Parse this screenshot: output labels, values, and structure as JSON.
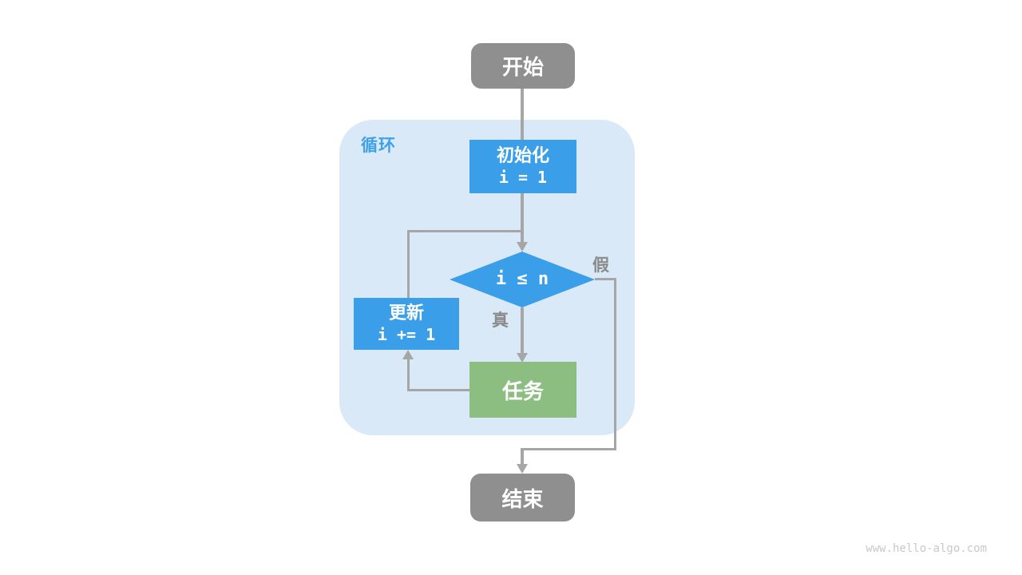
{
  "diagram": {
    "loop_label": "循环",
    "nodes": {
      "start": {
        "label": "开始"
      },
      "init": {
        "title": "初始化",
        "code": "i = 1"
      },
      "condition": {
        "label": "i ≤ n"
      },
      "update": {
        "title": "更新",
        "code": "i += 1"
      },
      "task": {
        "label": "任务"
      },
      "end": {
        "label": "结束"
      }
    },
    "edge_labels": {
      "true_branch": "真",
      "false_branch": "假"
    },
    "colors": {
      "node_blue": "#3B9EE8",
      "node_green": "#8CBE82",
      "node_gray": "#8F8F8F",
      "loop_bg": "#DAE9F8",
      "line_gray": "#A6A6A6",
      "label_blue": "#3FA1E6",
      "label_gray": "#8A8A8A",
      "watermark_gray": "#C9C9C9",
      "text_white": "#FFFFFF"
    },
    "watermark": "www.hello-algo.com"
  }
}
